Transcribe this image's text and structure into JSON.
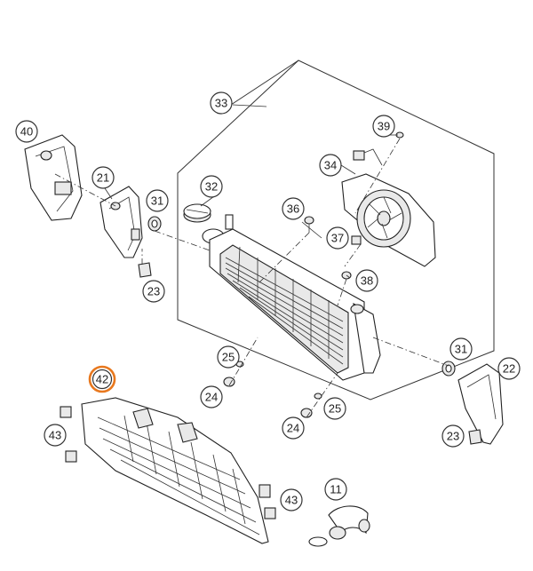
{
  "highlight_color": "#e8781e",
  "callouts": [
    {
      "id": "c40",
      "label": "40"
    },
    {
      "id": "c21",
      "label": "21"
    },
    {
      "id": "c31a",
      "label": "31"
    },
    {
      "id": "c23a",
      "label": "23"
    },
    {
      "id": "c32",
      "label": "32"
    },
    {
      "id": "c33",
      "label": "33"
    },
    {
      "id": "c39",
      "label": "39"
    },
    {
      "id": "c34",
      "label": "34"
    },
    {
      "id": "c36",
      "label": "36"
    },
    {
      "id": "c37",
      "label": "37"
    },
    {
      "id": "c38",
      "label": "38"
    },
    {
      "id": "c25a",
      "label": "25"
    },
    {
      "id": "c24a",
      "label": "24"
    },
    {
      "id": "c24b",
      "label": "24"
    },
    {
      "id": "c25b",
      "label": "25"
    },
    {
      "id": "c31b",
      "label": "31"
    },
    {
      "id": "c22",
      "label": "22"
    },
    {
      "id": "c23b",
      "label": "23"
    },
    {
      "id": "c42",
      "label": "42",
      "highlighted": true
    },
    {
      "id": "c43a",
      "label": "43"
    },
    {
      "id": "c43b",
      "label": "43"
    },
    {
      "id": "c11",
      "label": "11"
    }
  ]
}
